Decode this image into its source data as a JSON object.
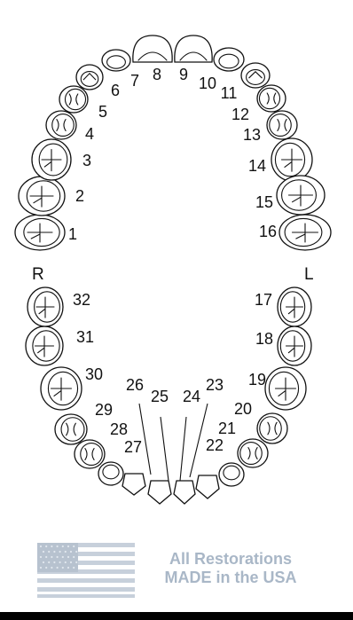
{
  "side_labels": {
    "right": "R",
    "left": "L"
  },
  "teeth": [
    {
      "n": "1",
      "tooth": "molar"
    },
    {
      "n": "2",
      "tooth": "molar"
    },
    {
      "n": "3",
      "tooth": "molar"
    },
    {
      "n": "4",
      "tooth": "premolar"
    },
    {
      "n": "5",
      "tooth": "premolar"
    },
    {
      "n": "6",
      "tooth": "canine"
    },
    {
      "n": "7",
      "tooth": "incisor"
    },
    {
      "n": "8",
      "tooth": "incisor"
    },
    {
      "n": "9",
      "tooth": "incisor"
    },
    {
      "n": "10",
      "tooth": "incisor"
    },
    {
      "n": "11",
      "tooth": "canine"
    },
    {
      "n": "12",
      "tooth": "premolar"
    },
    {
      "n": "13",
      "tooth": "premolar"
    },
    {
      "n": "14",
      "tooth": "molar"
    },
    {
      "n": "15",
      "tooth": "molar"
    },
    {
      "n": "16",
      "tooth": "molar"
    },
    {
      "n": "17",
      "tooth": "molar"
    },
    {
      "n": "18",
      "tooth": "molar"
    },
    {
      "n": "19",
      "tooth": "molar"
    },
    {
      "n": "20",
      "tooth": "premolar"
    },
    {
      "n": "21",
      "tooth": "premolar"
    },
    {
      "n": "22",
      "tooth": "canine"
    },
    {
      "n": "23",
      "tooth": "incisor"
    },
    {
      "n": "24",
      "tooth": "incisor"
    },
    {
      "n": "25",
      "tooth": "incisor"
    },
    {
      "n": "26",
      "tooth": "incisor"
    },
    {
      "n": "27",
      "tooth": "canine"
    },
    {
      "n": "28",
      "tooth": "premolar"
    },
    {
      "n": "29",
      "tooth": "premolar"
    },
    {
      "n": "30",
      "tooth": "molar"
    },
    {
      "n": "31",
      "tooth": "molar"
    },
    {
      "n": "32",
      "tooth": "molar"
    }
  ],
  "badge": {
    "line1": "All Restorations",
    "line2": "MADE in the USA",
    "flag_icon": "us-flag-icon",
    "color": "#a9b7c7"
  }
}
